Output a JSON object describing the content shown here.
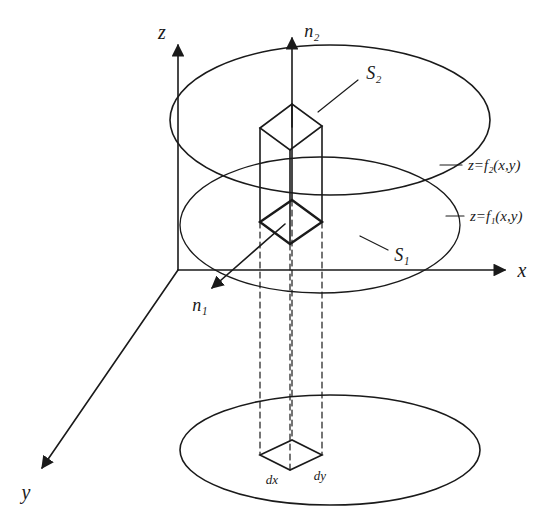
{
  "diagram": {
    "labels": [
      "z",
      "n₂",
      "S₂",
      "z=f₂(x,y)",
      "z=f₁(x,y)",
      "S₁",
      "x",
      "n₁",
      "y",
      "dx",
      "dy"
    ]
  }
}
